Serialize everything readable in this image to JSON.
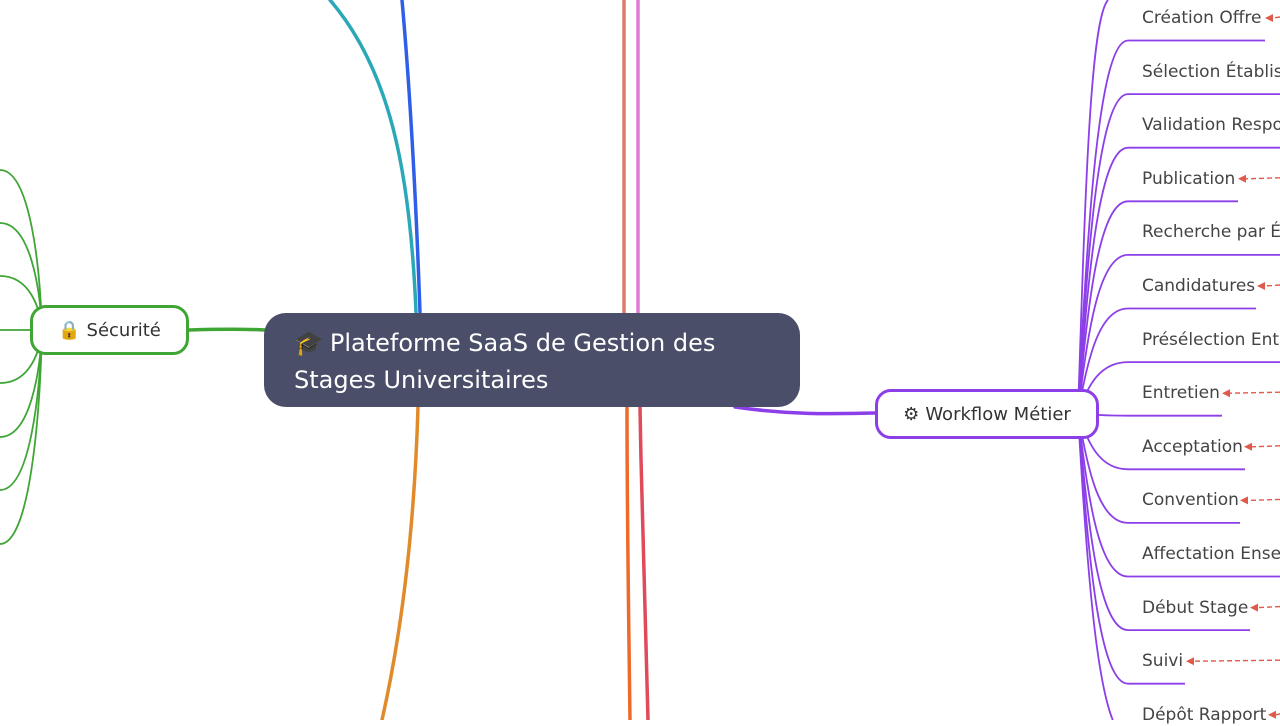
{
  "root": {
    "icon": "🎓",
    "line1": "Plateforme SaaS de Gestion des",
    "line2": "Stages Universitaires"
  },
  "branches": {
    "securite": {
      "icon": "🔒",
      "label": "Sécurité",
      "color": "#3fa535"
    },
    "workflow": {
      "icon": "⚙",
      "label": "Workflow Métier",
      "color": "#8c3fe8"
    }
  },
  "workflow_steps": [
    "Création Offre",
    "Sélection Établis",
    "Validation Respo",
    "Publication",
    "Recherche par É",
    "Candidatures",
    "Présélection Entr",
    "Entretien",
    "Acceptation",
    "Convention",
    "Affectation Ense",
    "Début Stage",
    "Suivi",
    "Dépôt Rapport"
  ],
  "colors": {
    "root_bg": "#4a4e69",
    "teal": "#2aa8b8",
    "blue": "#2f5fe8",
    "salmon": "#e07a6a",
    "pink": "#e07ad6",
    "orange": "#e08a2a",
    "red_orange": "#ee6a2a",
    "crimson": "#e04a5a",
    "arrow_red": "#e05a4a"
  }
}
